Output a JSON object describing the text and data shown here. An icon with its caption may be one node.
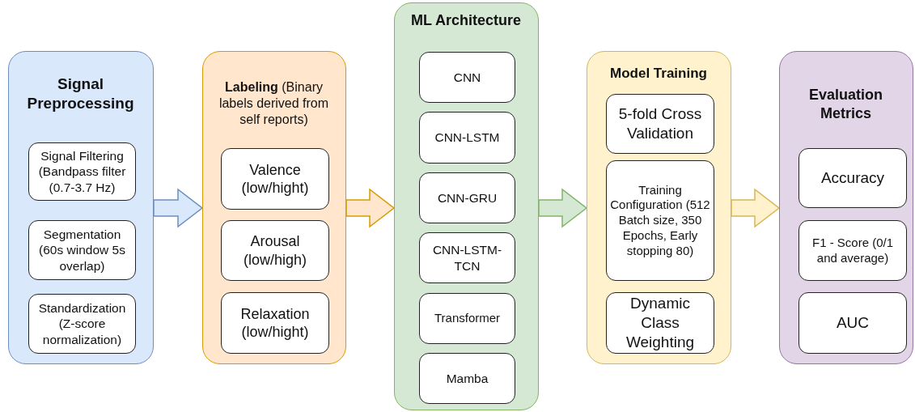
{
  "diagram": {
    "nodes": [
      {
        "text": [
          "Signal Preprocessing"
        ]
      },
      {
        "text": [
          "Signal Filtering (Bandpass filter (0.7-3.7 Hz)"
        ],
        "in": 0
      },
      {
        "text": [
          "Segmentation (60s window 5s overlap)"
        ],
        "in": 0
      },
      {
        "text": [
          "Standardization (Z-score normalization)"
        ],
        "in": 0
      },
      {
        "text": [
          "**Labeling** (Binary labels derived from self reports)"
        ]
      },
      {
        "text": [
          "Valence (low/hight)"
        ],
        "in": 4
      },
      {
        "text": [
          "Arousal (low/high)"
        ],
        "in": 4
      },
      {
        "text": [
          "Relaxation (low/hight)"
        ],
        "in": 4
      },
      {
        "text": [
          "ML Architecture"
        ]
      },
      {
        "text": [
          "CNN"
        ],
        "in": 8
      },
      {
        "text": [
          "CNN-LSTM"
        ],
        "in": 8
      },
      {
        "text": [
          "CNN-GRU"
        ],
        "in": 8
      },
      {
        "text": [
          "CNN-LSTM-TCN"
        ],
        "in": 8
      },
      {
        "text": [
          "Transformer"
        ],
        "in": 8
      },
      {
        "text": [
          "Mamba"
        ],
        "in": 8
      },
      {
        "text": [
          "Model Training"
        ]
      },
      {
        "text": [
          "5-fold Cross Validation"
        ],
        "in": 15
      },
      {
        "text": [
          "Training Configuration (512 Batch size, 350 Epochs, Early stopping 80)"
        ],
        "in": 15
      },
      {
        "text": [
          "Dynamic Class Weighting"
        ],
        "in": 15
      },
      {
        "text": [
          "Evaluation Metrics"
        ]
      },
      {
        "text": [
          "Accuracy"
        ],
        "in": 19
      },
      {
        "text": [
          "F1 - Score (0/1 and average)"
        ],
        "in": 19
      },
      {
        "text": [
          "AUC"
        ],
        "in": 19
      }
    ],
    "edges": [
      {
        "from": 0,
        "to": 4,
        "arrow": "to",
        "color": "#6c8ebf"
      },
      {
        "from": 4,
        "to": 8,
        "arrow": "to",
        "color": "#d79b00"
      },
      {
        "from": 8,
        "to": 15,
        "arrow": "to",
        "color": "#82b366"
      },
      {
        "from": 15,
        "to": 19,
        "arrow": "to",
        "color": "#d6b656"
      }
    ]
  }
}
